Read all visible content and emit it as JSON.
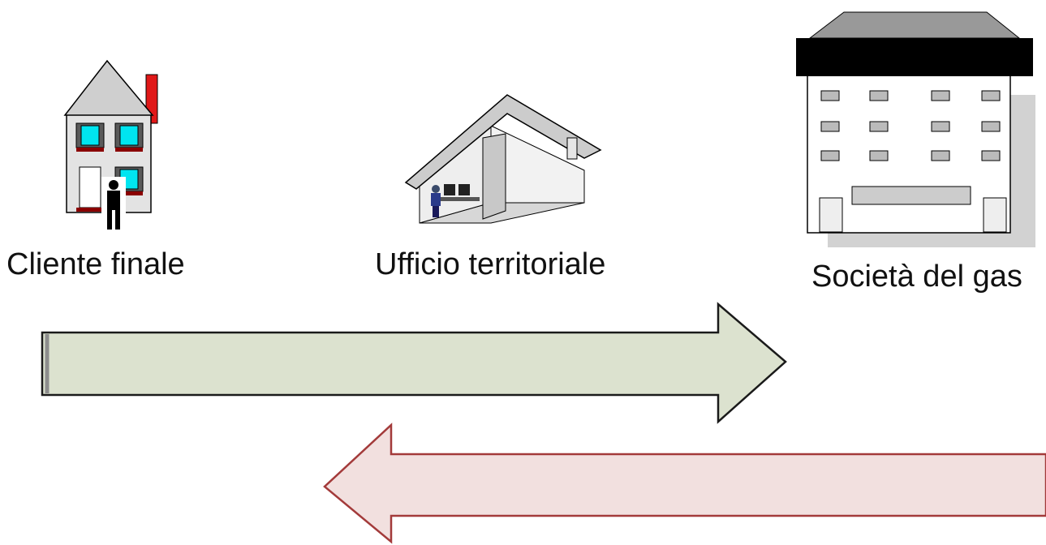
{
  "nodes": {
    "customer": {
      "label": "Cliente finale",
      "icon": "house-with-person-icon"
    },
    "office": {
      "label": "Ufficio territoriale",
      "icon": "office-cutaway-icon"
    },
    "company": {
      "label": "Società del gas",
      "icon": "office-building-icon"
    }
  },
  "arrows": {
    "forward": {
      "direction": "right",
      "fill": "#dce2cf",
      "stroke": "#1a1a1a"
    },
    "backward": {
      "direction": "left",
      "fill": "#f2e0df",
      "stroke": "#a33a3a"
    }
  },
  "colors": {
    "window": "#00e5f0",
    "chimney": "#e01818",
    "roof": "#cfcfcf"
  }
}
